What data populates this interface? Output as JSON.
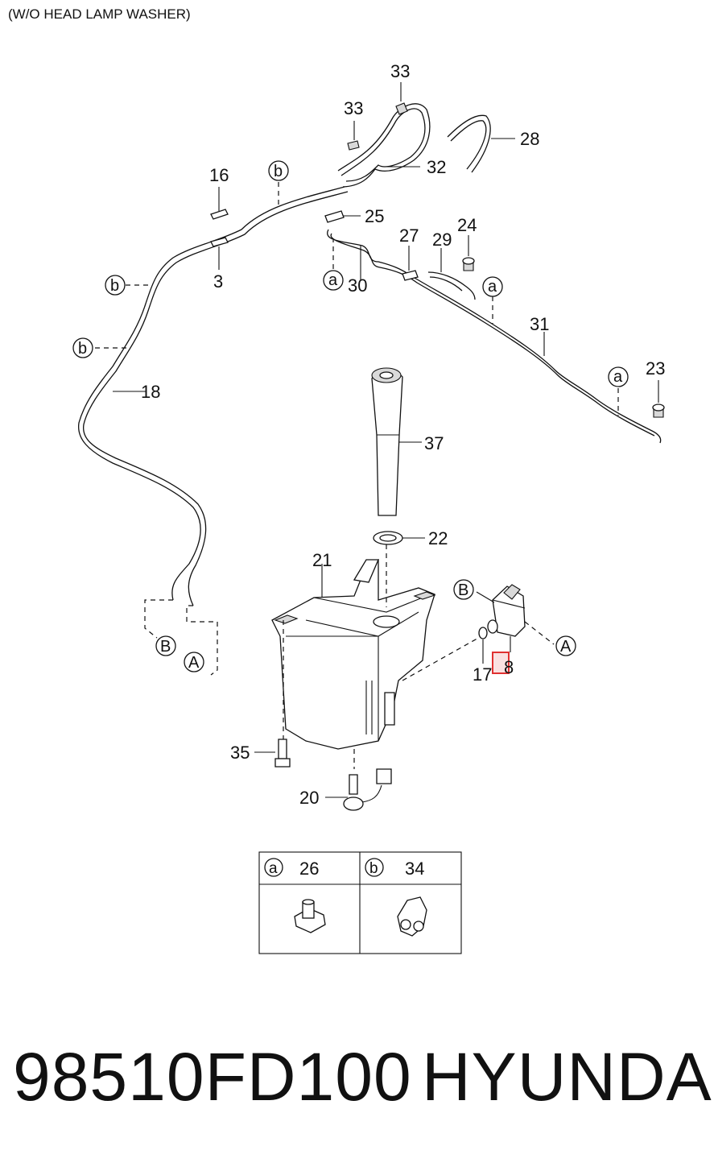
{
  "header": {
    "title": "(W/O HEAD LAMP WASHER)"
  },
  "callouts": {
    "c33a": "33",
    "c33b": "33",
    "c28": "28",
    "c32": "32",
    "c16": "16",
    "c3": "3",
    "c25": "25",
    "c27": "27",
    "c29": "29",
    "c24": "24",
    "c30": "30",
    "c31": "31",
    "c23": "23",
    "c18": "18",
    "c37": "37",
    "c22": "22",
    "c21": "21",
    "c17": "17",
    "c8": "8",
    "c35": "35",
    "c20": "20"
  },
  "markers": {
    "a": "a",
    "b": "b",
    "A": "A",
    "B": "B"
  },
  "legend_table": {
    "col1": {
      "marker": "a",
      "part": "26"
    },
    "col2": {
      "marker": "b",
      "part": "34"
    }
  },
  "footer": {
    "part_number": "98510FD100",
    "brand": "HYUNDAI"
  }
}
